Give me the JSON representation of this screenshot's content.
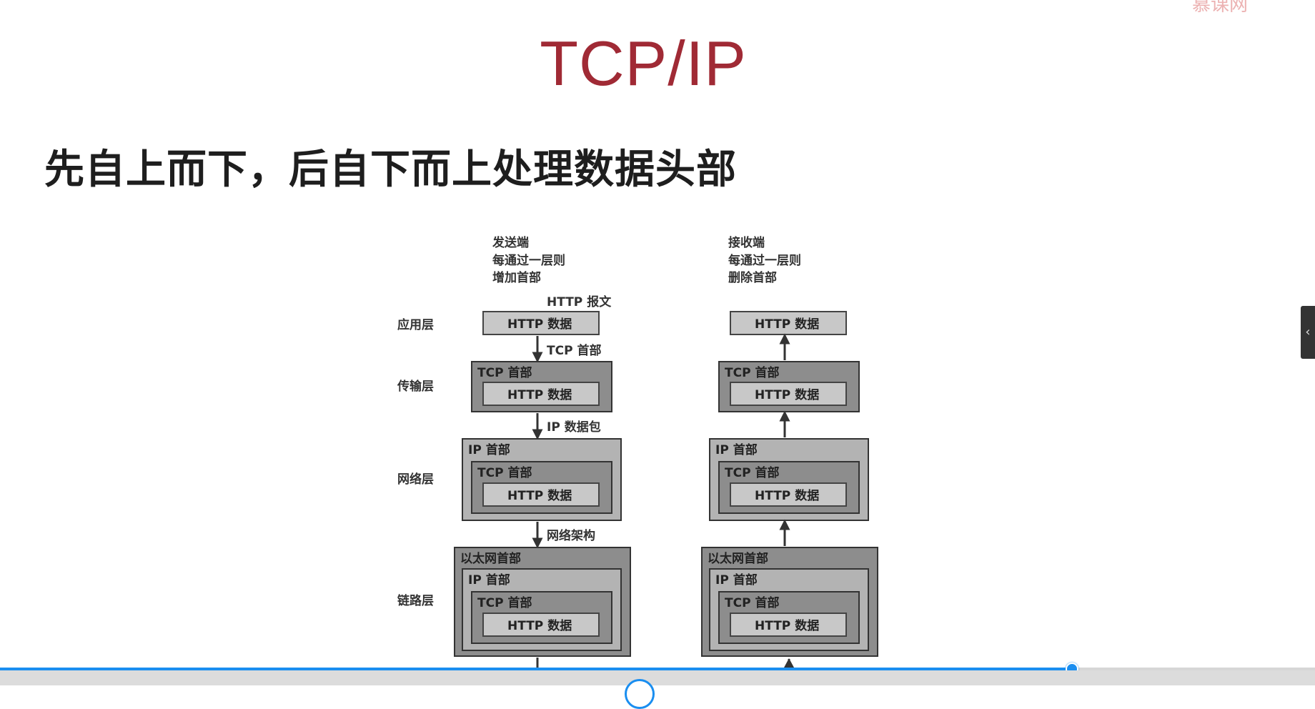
{
  "watermark": "慕课网",
  "slide": {
    "title": "TCP/IP",
    "subtitle": "先自上而下，后自下而上处理数据头部"
  },
  "diagram": {
    "sender": {
      "title": "发送端",
      "line1": "每通过一层则",
      "line2": "增加首部"
    },
    "receiver": {
      "title": "接收端",
      "line1": "每通过一层则",
      "line2": "删除首部"
    },
    "layers": {
      "application": "应用层",
      "transport": "传输层",
      "network": "网络层",
      "link": "链路层"
    },
    "http_message": "HTTP 报文",
    "tcp_header_label": "TCP 首部",
    "ip_packet_label": "IP 数据包",
    "network_frame_label": "网络架构",
    "boxes": {
      "http_data": "HTTP 数据",
      "tcp_header": "TCP 首部",
      "ip_header": "IP 首部",
      "ethernet_header": "以太网首部"
    }
  },
  "player": {
    "progress": 0.815,
    "collapse_icon": "chevron-left-icon",
    "accent_color": "#1a8ef0",
    "title_color": "#a02a35"
  }
}
